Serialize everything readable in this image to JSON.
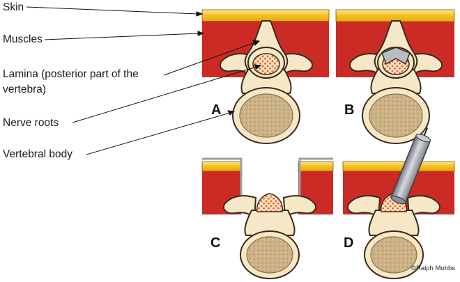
{
  "labels": {
    "skin": "Skin",
    "muscles": "Muscles",
    "lamina_line1": "Lamina (posterior part of the",
    "lamina_line2": "vertebra)",
    "nerve_roots": "Nerve roots",
    "vertebral_body": "Vertebral body"
  },
  "panels": [
    "A",
    "B",
    "C",
    "D"
  ],
  "credit": "©Ralph Mobbs",
  "colors": {
    "skin": "#f2c21c",
    "muscle": "#cc2b25",
    "bone": "#f6e8c6",
    "bone_outline": "#3a2a1a",
    "body_fill": "#c8ad82",
    "nerve": "#ee7a2c",
    "implant": "#b9bcc1",
    "instrument": "#9aa0a6"
  }
}
